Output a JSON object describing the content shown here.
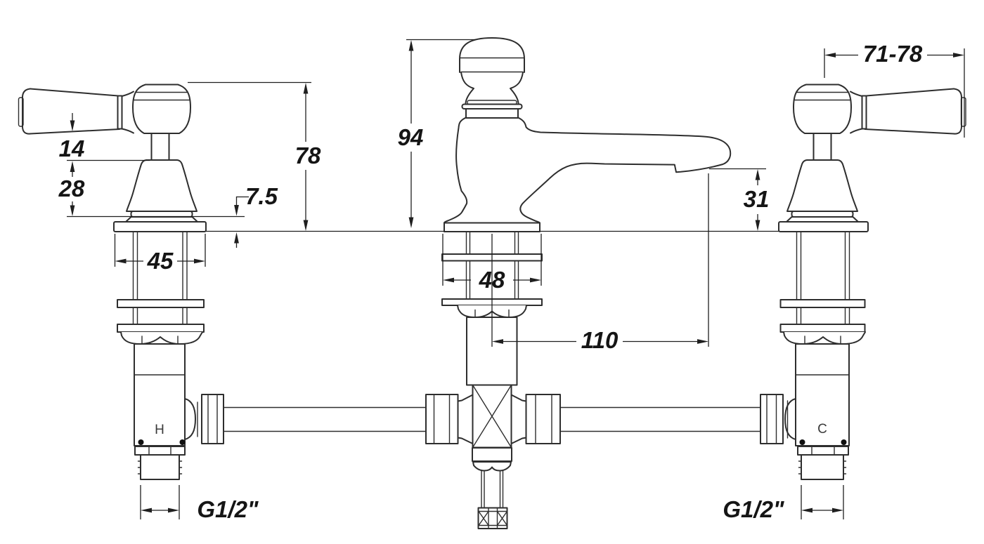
{
  "drawing": {
    "type": "technical-dimension-drawing",
    "subject": "three-hole basin mixer tap with lever handles, spout and supply pipework",
    "colors": {
      "line": "#2e2e2e",
      "background": "#ffffff",
      "text": "#151515"
    },
    "dimensions": {
      "lever_to_shroud_gap": "14",
      "shroud_height": "28",
      "base_plate_height": "7.5",
      "handle_height": "78",
      "valve_flange_width": "45",
      "spout_height": "94",
      "spout_base_width": "48",
      "spout_reach": "110",
      "spout_outlet_height": "31",
      "handle_reach_range": "71-78",
      "thread_size_hot": "G1/2\"",
      "thread_size_cold": "G1/2\""
    },
    "port_labels": {
      "hot": "H",
      "cold": "C"
    }
  }
}
